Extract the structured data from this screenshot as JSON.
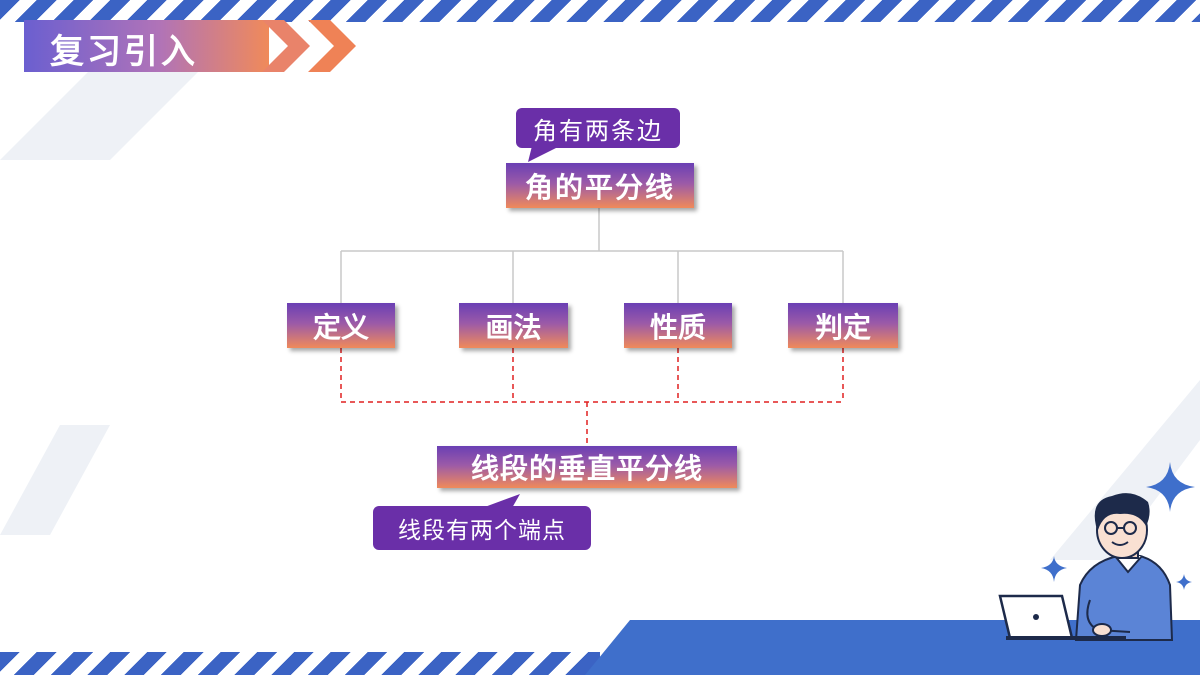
{
  "header": {
    "title": "复习引入"
  },
  "diagram": {
    "root": "角的平分线",
    "root_note": "角有两条边",
    "branches": [
      "定义",
      "画法",
      "性质",
      "判定"
    ],
    "bottom": "线段的垂直平分线",
    "bottom_note": "线段有两个端点"
  },
  "colors": {
    "stripe": "#3b63c4",
    "bubble": "#6a2fa8",
    "solid_line": "#c8c8c8",
    "dashed_line": "#e02020",
    "box_gradient_top": "#6a3fb4",
    "box_gradient_bottom": "#f08a5a"
  }
}
